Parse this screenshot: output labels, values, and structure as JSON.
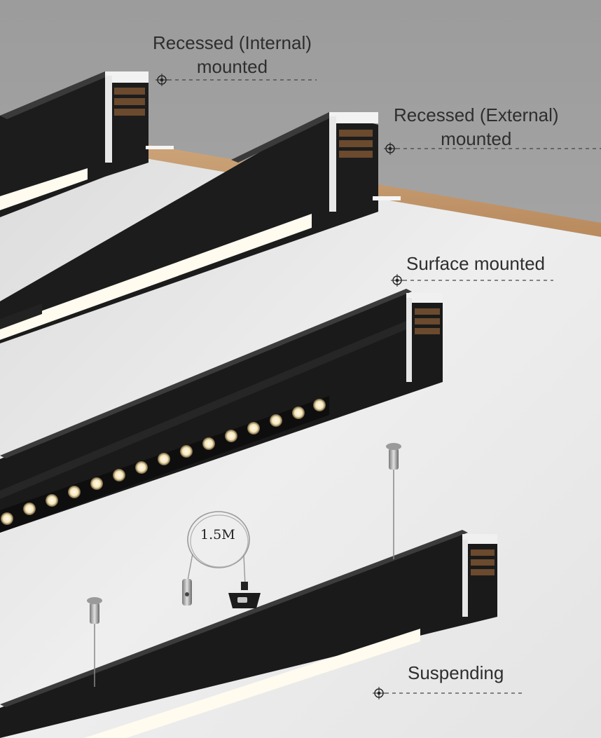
{
  "labels": {
    "recessed_internal_line1": "Recessed (Internal)",
    "recessed_internal_line2": "mounted",
    "recessed_external_line1": "Recessed (External)",
    "recessed_external_line2": "mounted",
    "surface": "Surface mounted",
    "suspending": "Suspending",
    "cable_length": "1.5M"
  },
  "colors": {
    "ceiling": "#a4a4a4",
    "wall": "#e6e6e6",
    "wood": "#c39a70",
    "profile": "#1b1b1b",
    "diffuser": "#fffbef",
    "text": "#2e2e2e"
  },
  "icons": [
    "crosshair-marker-icon",
    "ceiling-anchor-icon",
    "cable-gripper-icon",
    "cable-clamp-icon"
  ]
}
